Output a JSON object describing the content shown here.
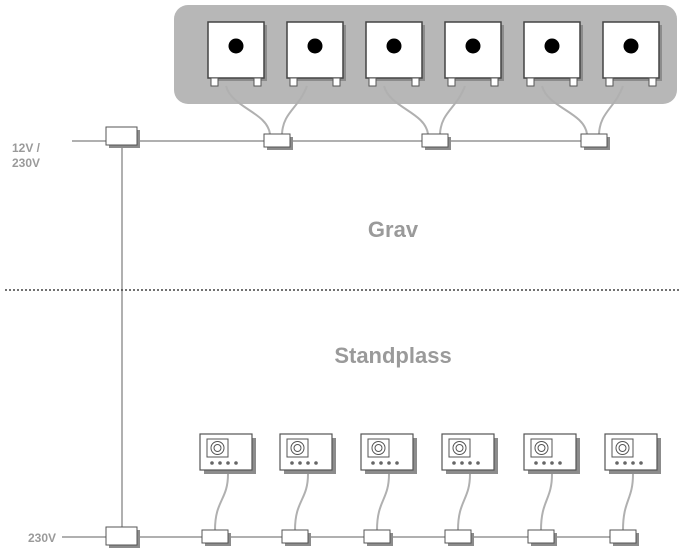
{
  "labels": {
    "power_top_line1": "12V /",
    "power_top_line2": "230V",
    "zone_top": "Grav",
    "zone_bottom": "Standplass",
    "power_bottom": "230V"
  },
  "colors": {
    "panel_fill": "#b7b7b7",
    "line": "#b0b0b0",
    "box_shadow": "#8c8c8c",
    "text": "#9a9a9a",
    "dot": "#000000"
  },
  "counts": {
    "grave_lights": 6,
    "stand_units": 6
  }
}
